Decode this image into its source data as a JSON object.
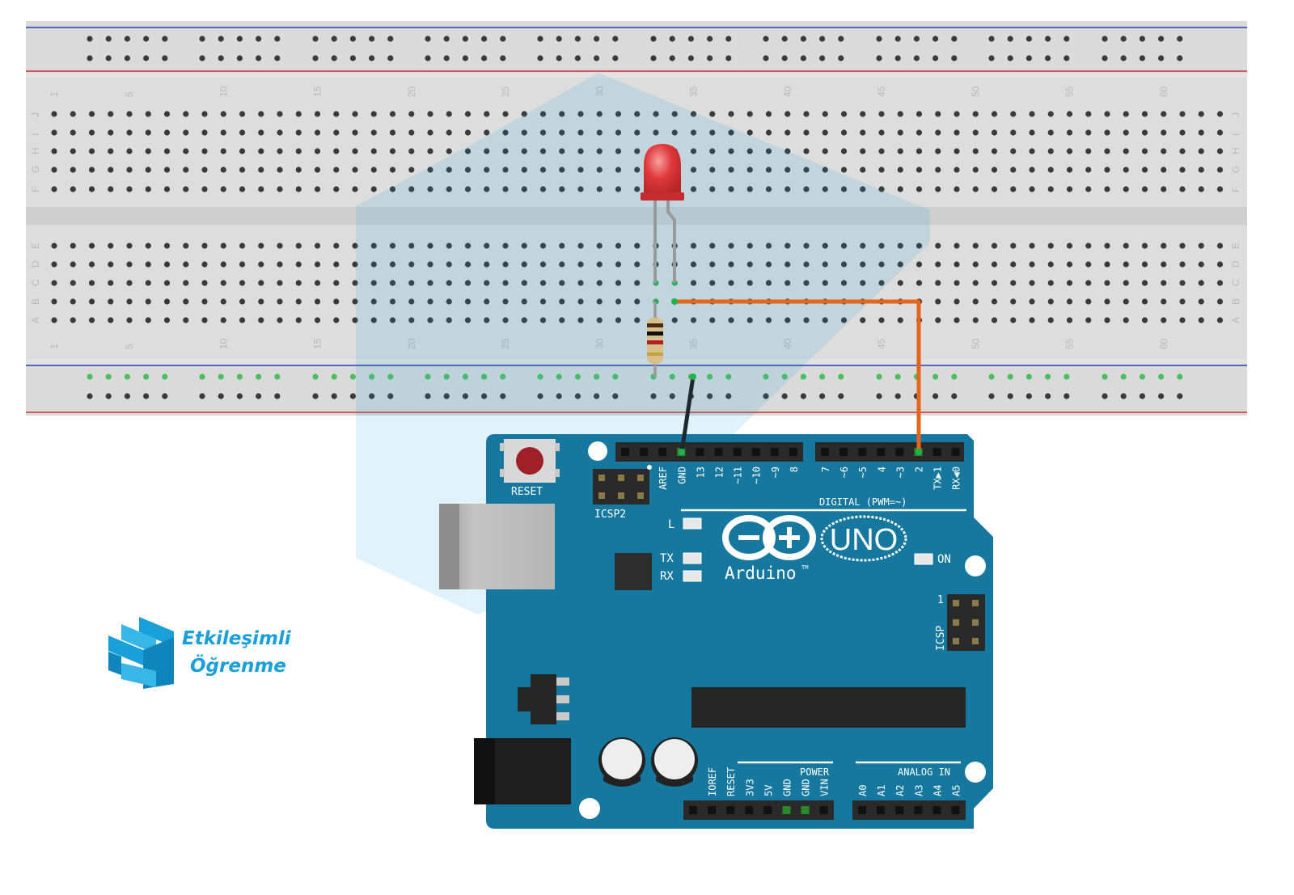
{
  "breadboard": {
    "column_numbers": [
      "1",
      "5",
      "10",
      "15",
      "20",
      "25",
      "30",
      "35",
      "40",
      "45",
      "50",
      "55",
      "60"
    ],
    "row_letters_top": [
      "J",
      "I",
      "H",
      "G",
      "F"
    ],
    "row_letters_bottom": [
      "E",
      "D",
      "C",
      "B",
      "A"
    ]
  },
  "arduino": {
    "reset_label": "RESET",
    "icsp2_label": "ICSP2",
    "icsp_label": "ICSP",
    "icsp_pin1": "1",
    "digital_label": "DIGITAL (PWM=~)",
    "header_left_pins": [
      "AREF",
      "GND",
      "13",
      "12",
      "~11",
      "~10",
      "~9",
      "8"
    ],
    "header_right_pins": [
      "7",
      "~6",
      "~5",
      "4",
      "~3",
      "2",
      "TX▶1",
      "RX◀0"
    ],
    "led_l": "L",
    "led_tx": "TX",
    "led_rx": "RX",
    "led_on": "ON",
    "brand": "Arduino",
    "trademark": "TM",
    "model": "UNO",
    "power_label": "POWER",
    "analog_label": "ANALOG IN",
    "power_pins": [
      "IOREF",
      "RESET",
      "3V3",
      "5V",
      "GND",
      "GND",
      "VIN"
    ],
    "analog_pins": [
      "A0",
      "A1",
      "A2",
      "A3",
      "A4",
      "A5"
    ]
  },
  "logo": {
    "line1": "Etkileşimli",
    "line2": "Öğrenme"
  },
  "colors": {
    "board": "#16789e",
    "breadboard": "#d9d9d9",
    "led": "#e0383c",
    "wire_orange": "#e2661c",
    "wire_black": "#1c2a30",
    "logo": "#1aa0d8"
  }
}
